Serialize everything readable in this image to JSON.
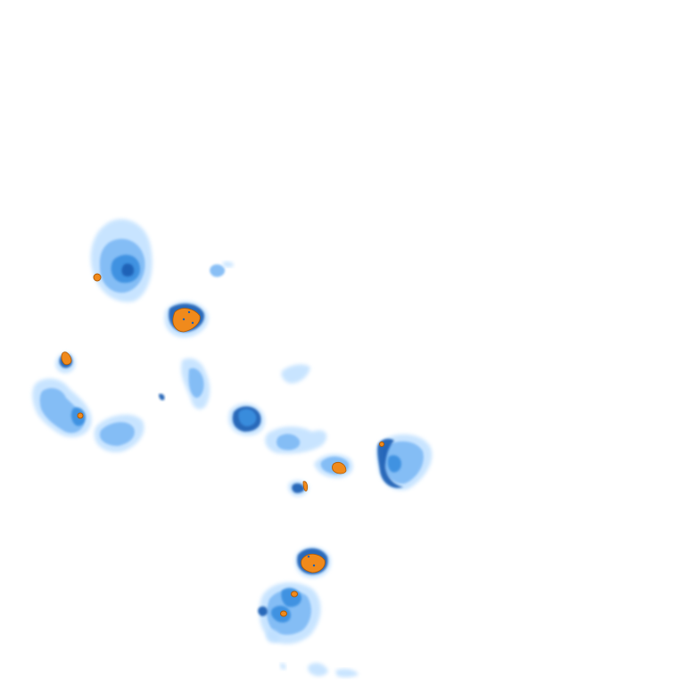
{
  "map": {
    "type": "weather-radar-reflectivity-overlay",
    "background": "#ffffff",
    "palette": {
      "light": "#bfe0ff",
      "medium": "#7fbaf5",
      "strong": "#3a8fe0",
      "intense": "#1a5fb4",
      "severe": "#f08a1c",
      "severe_outline": "#b35a00"
    },
    "cells": [
      {
        "id": "cell-northwest",
        "intensity": "strong",
        "has_core": true
      },
      {
        "id": "cell-central-north",
        "intensity": "severe",
        "has_core": true
      },
      {
        "id": "cell-small-north",
        "intensity": "medium",
        "has_core": false
      },
      {
        "id": "cell-west",
        "intensity": "severe",
        "has_core": true
      },
      {
        "id": "cell-west-cluster",
        "intensity": "strong",
        "has_core": true
      },
      {
        "id": "cell-southwest",
        "intensity": "medium",
        "has_core": false
      },
      {
        "id": "cell-center",
        "intensity": "strong",
        "has_core": false
      },
      {
        "id": "cell-center-trail",
        "intensity": "medium",
        "has_core": false
      },
      {
        "id": "cell-center-east",
        "intensity": "severe",
        "has_core": true
      },
      {
        "id": "cell-east",
        "intensity": "strong",
        "has_core": true
      },
      {
        "id": "cell-south",
        "intensity": "severe",
        "has_core": true
      },
      {
        "id": "cell-south-trail",
        "intensity": "strong",
        "has_core": true
      },
      {
        "id": "cell-small-south",
        "intensity": "severe",
        "has_core": true
      }
    ]
  }
}
